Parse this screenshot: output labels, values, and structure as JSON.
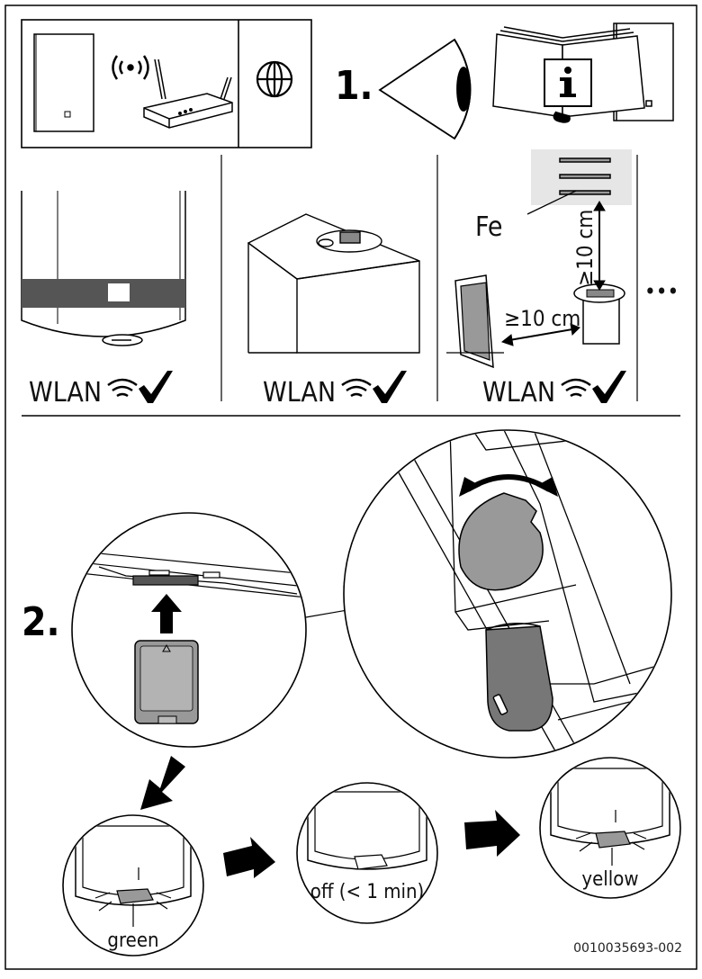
{
  "step1": {
    "number": "1.",
    "fe_label": "Fe",
    "vertical_distance": "≥10 cm",
    "horizontal_distance": "≥10 cm",
    "more_indicator": "•••",
    "panels": [
      {
        "wlan_label": "WLAN",
        "icon": "wifi-signal-icon",
        "status_icon": "check-icon"
      },
      {
        "wlan_label": "WLAN",
        "icon": "wifi-signal-icon",
        "status_icon": "check-icon"
      },
      {
        "wlan_label": "WLAN",
        "icon": "wifi-signal-icon",
        "status_icon": "check-icon"
      }
    ]
  },
  "step2": {
    "number": "2.",
    "led_states": [
      "green",
      "off (< 1 min)",
      "yellow"
    ]
  },
  "document_code": "0010035693-002",
  "colors": {
    "line": "#000000",
    "module_gray": "#777777",
    "light_gray": "#cccccc",
    "band_gray": "#555555"
  }
}
